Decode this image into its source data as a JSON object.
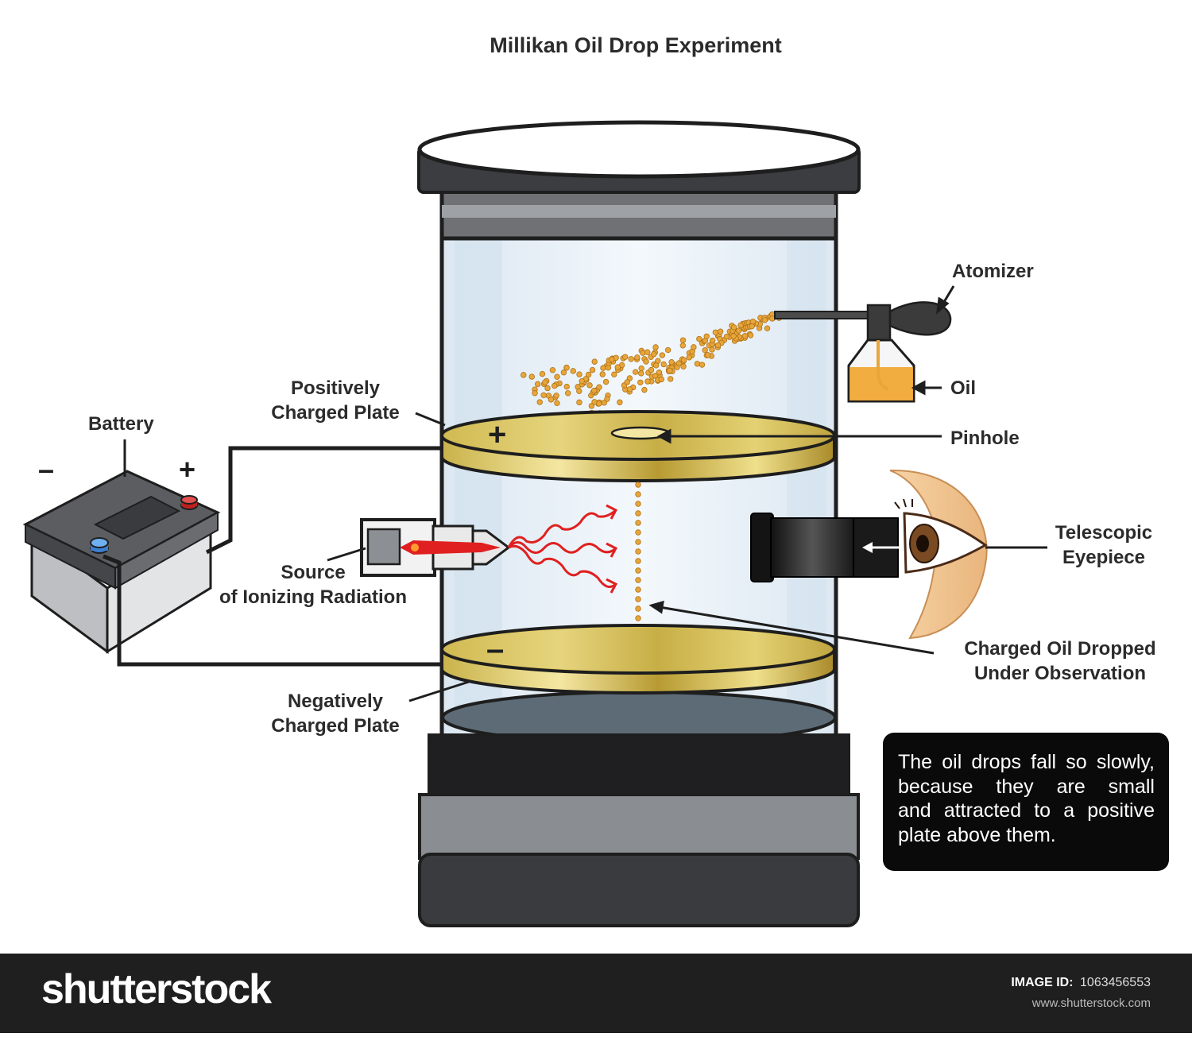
{
  "title": "Millikan Oil Drop Experiment",
  "labels": {
    "atomizer": "Atomizer",
    "oil": "Oil",
    "pinhole": "Pinhole",
    "positive_plate": [
      "Positively",
      "Charged Plate"
    ],
    "battery": "Battery",
    "battery_minus": "–",
    "battery_plus": "+",
    "plate_plus": "+",
    "plate_minus": "–",
    "source": [
      "Source",
      "of Ionizing Radiation"
    ],
    "telescopic": [
      "Telescopic",
      "Eyepiece"
    ],
    "charged_oil": [
      "Charged Oil Dropped",
      "Under Observation"
    ],
    "negative_plate": [
      "Negatively",
      "Charged Plate"
    ]
  },
  "note_lines": [
    "The oil drops fall so slowly,",
    "because they are small",
    "and attracted to a positive",
    "plate above them."
  ],
  "footer": {
    "brand": "shutterstock",
    "image_id_label": "IMAGE ID:",
    "image_id": "1063456553",
    "site": "www.shutterstock.com"
  },
  "colors": {
    "ink": "#2b2b2b",
    "gold": "#d8c25a",
    "oil": "#e8a63a",
    "radiation": "#e02020",
    "note_bg": "#0a0a0a",
    "footer_bg": "#1f1f1f"
  }
}
